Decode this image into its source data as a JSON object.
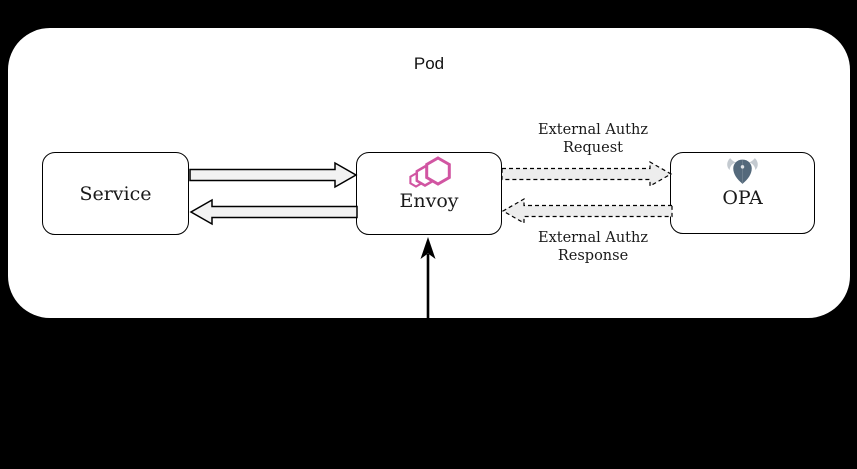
{
  "diagram": {
    "title": "Pod",
    "nodes": [
      {
        "id": "service",
        "label": "Service"
      },
      {
        "id": "envoy",
        "label": "Envoy",
        "icon": "envoy-logo"
      },
      {
        "id": "opa",
        "label": "OPA",
        "icon": "opa-logo"
      }
    ],
    "edges": [
      {
        "from": "service",
        "to": "envoy",
        "style": "solid-block-arrow"
      },
      {
        "from": "envoy",
        "to": "service",
        "style": "solid-block-arrow"
      },
      {
        "from": "envoy",
        "to": "opa",
        "style": "dashed-block-arrow",
        "label": "External Authz Request"
      },
      {
        "from": "opa",
        "to": "envoy",
        "style": "dashed-block-arrow",
        "label": "External Authz Response"
      },
      {
        "from": "outside-pod-below",
        "to": "envoy",
        "style": "solid-line-arrow"
      }
    ],
    "edge_labels": {
      "request": {
        "line1": "External Authz",
        "line2": "Request"
      },
      "response": {
        "line1": "External Authz",
        "line2": "Response"
      }
    },
    "colors": {
      "page_background": "#000000",
      "pod_fill": "#ffffff",
      "node_border": "#000000",
      "solid_arrow_fill": "#f2f2f2",
      "dashed_arrow_fill": "#ededed",
      "envoy_pink": "#d155a2",
      "opa_helmet": "#54697b",
      "opa_horns": "#c4cad0",
      "opa_dot": "#dfe3e6"
    }
  }
}
